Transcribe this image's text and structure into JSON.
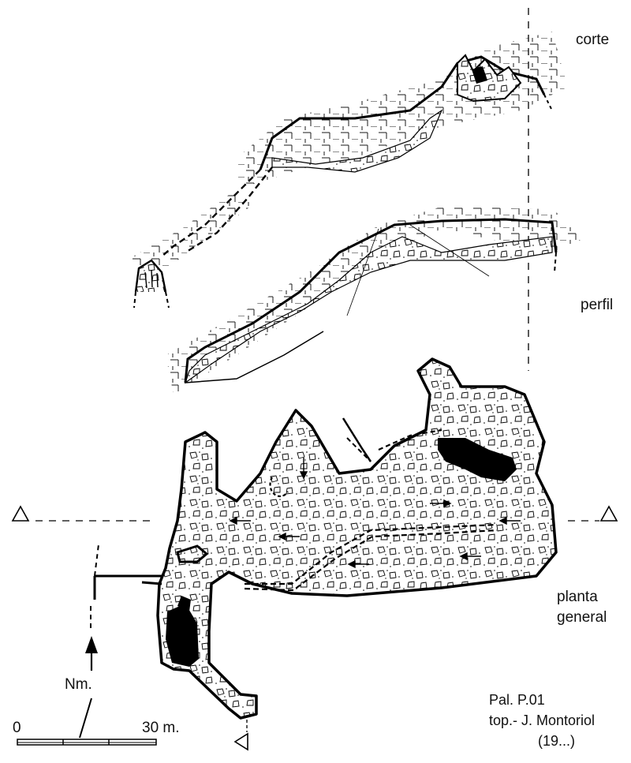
{
  "labels": {
    "section": "corte",
    "profile": "perfil",
    "plan_line1": "planta",
    "plan_line2": "general",
    "north": "Nm.",
    "scale_start": "0",
    "scale_end": "30 m.",
    "ref_line1": "Pal. P.01",
    "ref_line2": "top.- J. Montoriol",
    "ref_line3": "(19...)"
  },
  "colors": {
    "ink": "#000000",
    "paper": "#ffffff",
    "stipple": "#444444"
  },
  "icons": {
    "north_arrow": "north-arrow-icon",
    "section_marker": "triangle-marker-icon"
  }
}
